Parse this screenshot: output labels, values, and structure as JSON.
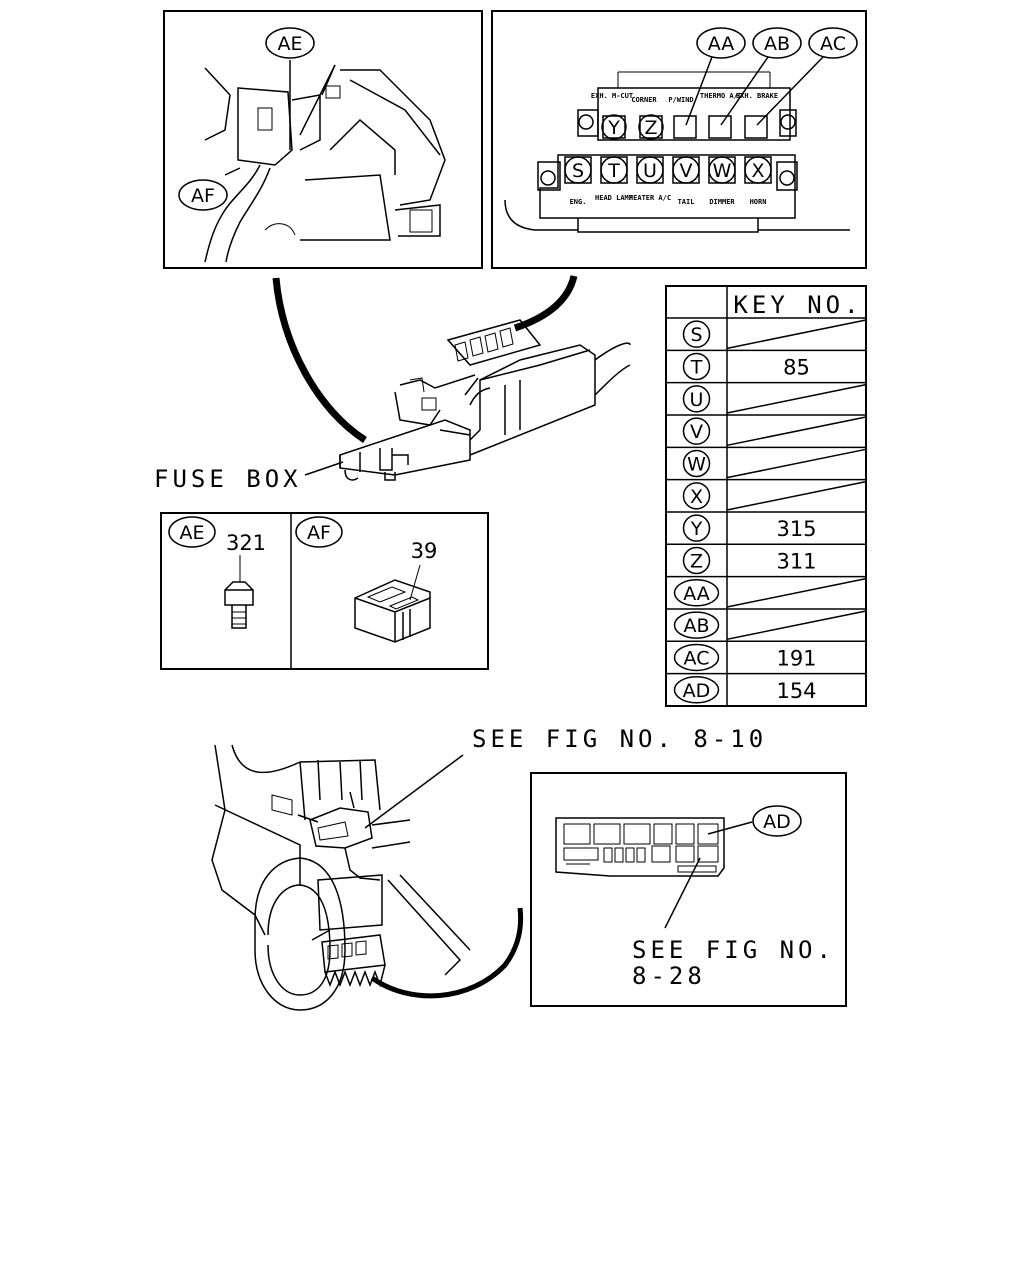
{
  "labels": {
    "fuse_box": "FUSE BOX",
    "see_fig_1": "SEE FIG NO. 8-10",
    "see_fig_2_line1": "SEE FIG NO.",
    "see_fig_2_line2": "8-28"
  },
  "top_left_panel": {
    "callouts": [
      "AE",
      "AF"
    ]
  },
  "fuse_panel": {
    "top_callouts": [
      "AA",
      "AB",
      "AC"
    ],
    "top_labels": [
      "EXH. M-CUT",
      "CORNER",
      "P/WIND",
      "THERMO A/C",
      "EXH. BRAKE"
    ],
    "top_slots": [
      "Y",
      "Z",
      "",
      "",
      ""
    ],
    "bottom_slots": [
      "S",
      "T",
      "U",
      "V",
      "W",
      "X"
    ],
    "bottom_labels": [
      "ENG.",
      "HEAD LAMP",
      "HEATER A/C",
      "TAIL",
      "DIMMER",
      "HORN"
    ]
  },
  "parts": {
    "ae": {
      "callout": "AE",
      "number": "321"
    },
    "af": {
      "callout": "AF",
      "number": "39"
    }
  },
  "key_table": {
    "header": "KEY NO.",
    "rows": [
      {
        "key": "S",
        "value": ""
      },
      {
        "key": "T",
        "value": "85"
      },
      {
        "key": "U",
        "value": ""
      },
      {
        "key": "V",
        "value": ""
      },
      {
        "key": "W",
        "value": ""
      },
      {
        "key": "X",
        "value": ""
      },
      {
        "key": "Y",
        "value": "315"
      },
      {
        "key": "Z",
        "value": "311"
      },
      {
        "key": "AA",
        "value": ""
      },
      {
        "key": "AB",
        "value": ""
      },
      {
        "key": "AC",
        "value": "191"
      },
      {
        "key": "AD",
        "value": "154"
      }
    ]
  },
  "relay_panel": {
    "callout": "AD"
  }
}
